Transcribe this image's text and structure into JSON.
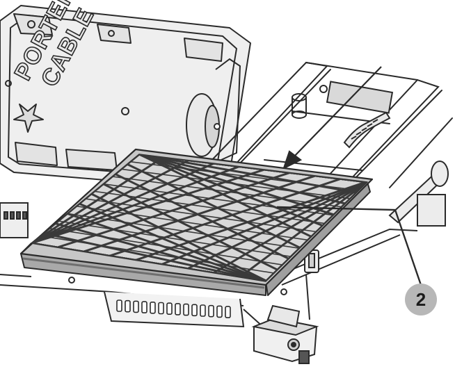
{
  "diagram": {
    "brand_text_line1": "PORTER",
    "brand_text_line2": "CABLE",
    "callout": {
      "label": "2",
      "fill": "#b7b7b7"
    },
    "colors": {
      "line": "#2a2a2a",
      "panel_fill": "#efefef",
      "filter_fill": "#d6d6d6",
      "filter_frame": "#a9a9a9",
      "background": "#ffffff"
    },
    "icons": [
      "arrow-icon"
    ]
  }
}
